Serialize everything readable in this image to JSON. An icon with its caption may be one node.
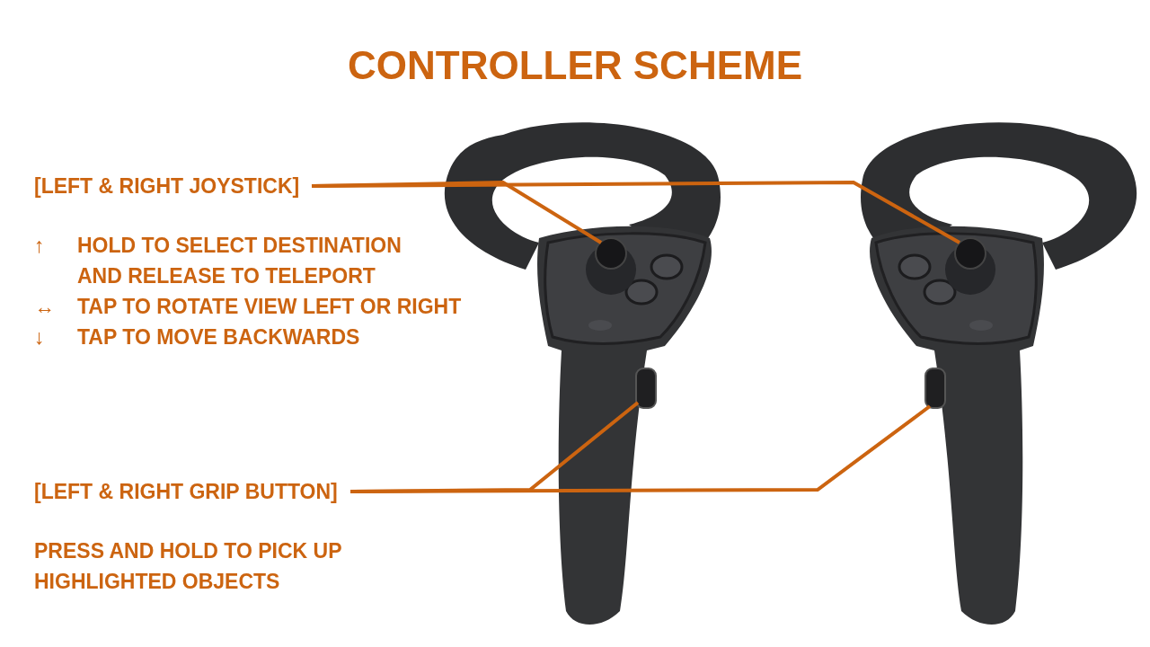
{
  "diagram": {
    "title": "CONTROLLER SCHEME",
    "nodes": [
      {
        "text": [
          "[LEFT & RIGHT JOYSTICK]"
        ]
      },
      {
        "text": [],
        "shape": "circle"
      },
      {
        "text": [],
        "shape": "circle"
      },
      {
        "text": [
          "[LEFT & RIGHT GRIP BUTTON]"
        ]
      },
      {
        "text": [],
        "shape": "box"
      },
      {
        "text": [],
        "shape": "box"
      }
    ],
    "edges": [
      {
        "from": 0,
        "to": 1,
        "arrow": "none"
      },
      {
        "from": 0,
        "to": 2,
        "arrow": "none"
      },
      {
        "from": 3,
        "to": 4,
        "arrow": "none"
      },
      {
        "from": 3,
        "to": 5,
        "arrow": "none"
      }
    ],
    "labels": [
      "↑",
      "HOLD TO SELECT DESTINATION AND RELEASE TO TELEPORT",
      "↔",
      "TAP TO ROTATE VIEW LEFT OR RIGHT",
      "↓",
      "TAP TO MOVE BACKWARDS",
      "PRESS AND HOLD TO PICK UP HIGHLIGHTED OBJECTS"
    ]
  }
}
